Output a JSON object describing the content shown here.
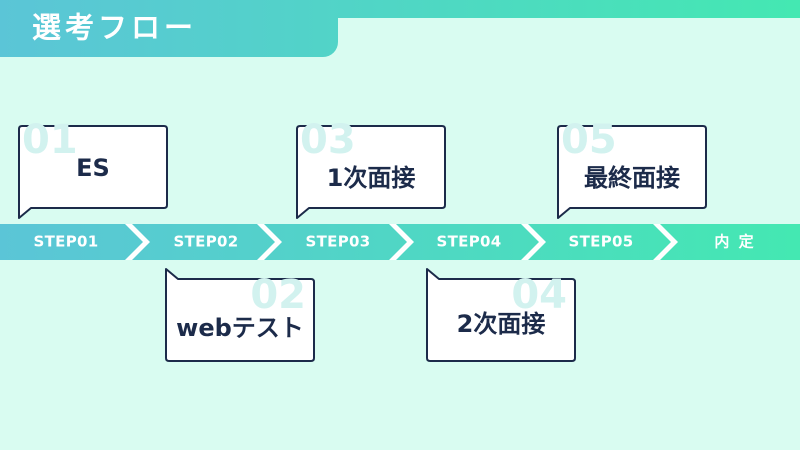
{
  "header": {
    "title": "選考フロー"
  },
  "steps": [
    {
      "label": "STEP01"
    },
    {
      "label": "STEP02"
    },
    {
      "label": "STEP03"
    },
    {
      "label": "STEP04"
    },
    {
      "label": "STEP05"
    },
    {
      "label": "内 定"
    }
  ],
  "cards": [
    {
      "number": "01",
      "text": "ES"
    },
    {
      "number": "02",
      "text": "webテスト"
    },
    {
      "number": "03",
      "text": "1次面接"
    },
    {
      "number": "04",
      "text": "2次面接"
    },
    {
      "number": "05",
      "text": "最終面接"
    }
  ],
  "colors": {
    "background": "#d9fcf1",
    "accent_start": "#5bc5d7",
    "accent_end": "#44e8b2",
    "navy": "#1c2b4a",
    "ghost_number": "#d2f2ef"
  }
}
